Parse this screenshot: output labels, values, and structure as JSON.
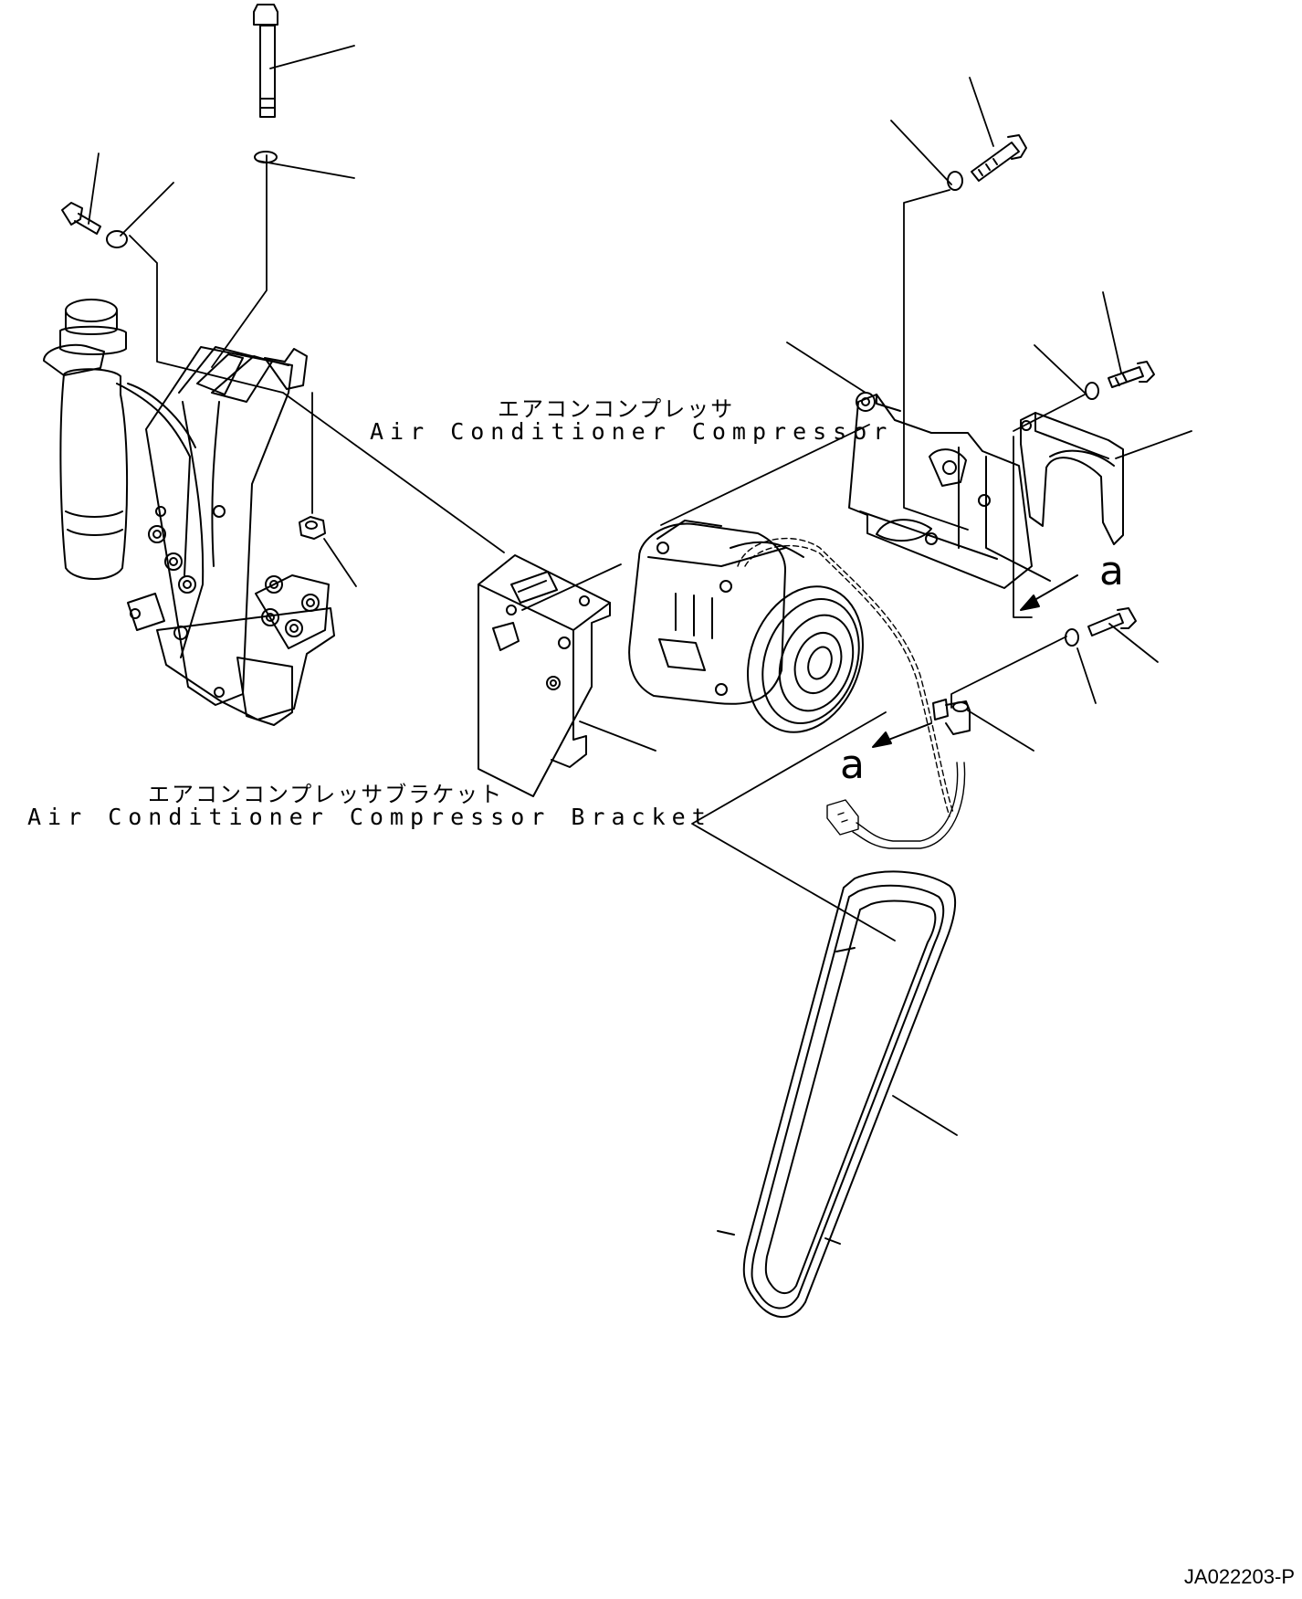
{
  "labels": {
    "compressor": {
      "ja": "エアコンコンプレッサ",
      "en": "Air Conditioner Compressor"
    },
    "bracket": {
      "ja": "エアコンコンプレッサブラケット",
      "en": "Air Conditioner Compressor Bracket"
    }
  },
  "view_markers": [
    "a",
    "a"
  ],
  "drawing_number": "JA022203-P",
  "colors": {
    "line": "#000000",
    "background": "#ffffff"
  }
}
